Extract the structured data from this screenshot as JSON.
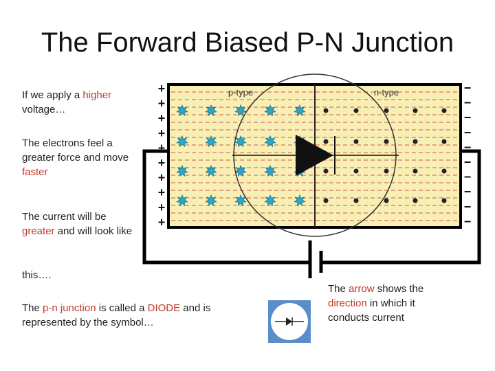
{
  "title": "The Forward Biased P-N Junction",
  "text": {
    "t1_a": "If we apply a ",
    "t1_b": "higher",
    "t1_c": "voltage…",
    "t2_a": "The electrons feel a greater force and move ",
    "t2_b": "faster",
    "t3_a": "The current will be ",
    "t3_b": "greater",
    "t3_c": " and will look like",
    "t4": "this….",
    "t5_a": "The ",
    "t5_b": "p-n junction",
    "t5_c": " is called a ",
    "t5_d": "DIODE",
    "t5_e": " and is represented by the symbol…",
    "t6_a": "The ",
    "t6_b": "arrow",
    "t6_c": " shows the ",
    "t6_d": "direction",
    "t6_e": " in which it conducts current"
  },
  "diagram": {
    "p_label": "p-type",
    "n_label": "n-type",
    "plus": "+",
    "minus": "−",
    "colors": {
      "panel": "#f7efb4",
      "dash": "#d9534f",
      "hole": "#2aa7c9",
      "electron": "#222222",
      "accent_text": "#c0392b"
    }
  }
}
